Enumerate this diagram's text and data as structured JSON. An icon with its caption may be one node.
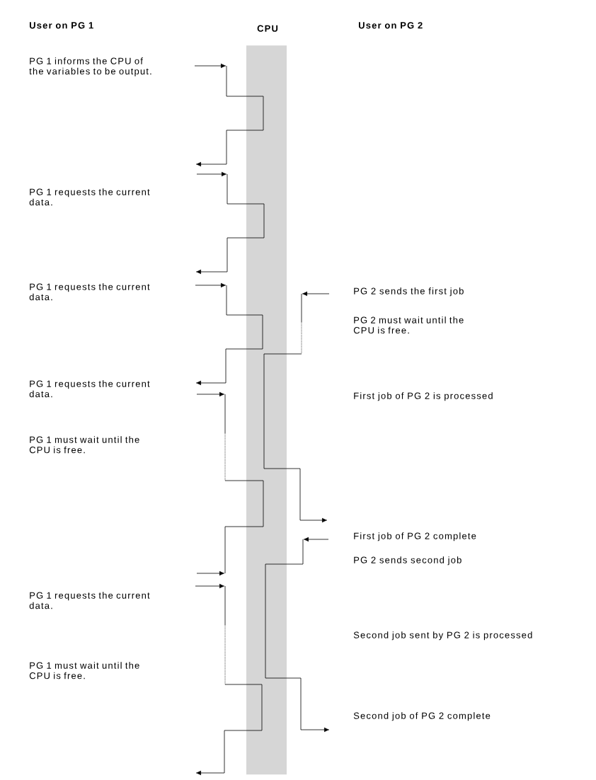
{
  "diagram": {
    "nodes": [
      {
        "text": [
          "CPU"
        ]
      }
    ],
    "labels": [
      "User on PG 1",
      "User on PG 2",
      "PG 1 informs the CPU of the variables to be output.",
      "PG 1 requests the current data.",
      "PG 1 requests the current data.",
      "PG 2 sends the first job",
      "PG 2 must wait until the CPU is free.",
      "PG 1 requests the current data.",
      "First job of PG 2 is processed",
      "PG 1 must wait until the CPU is free.",
      "First job of PG 2 complete",
      "PG 2 sends second job",
      "PG 1 requests the current data.",
      "Second job sent by PG 2 is processed",
      "PG 1 must wait until the CPU is free.",
      "Second job of PG 2 complete"
    ]
  }
}
